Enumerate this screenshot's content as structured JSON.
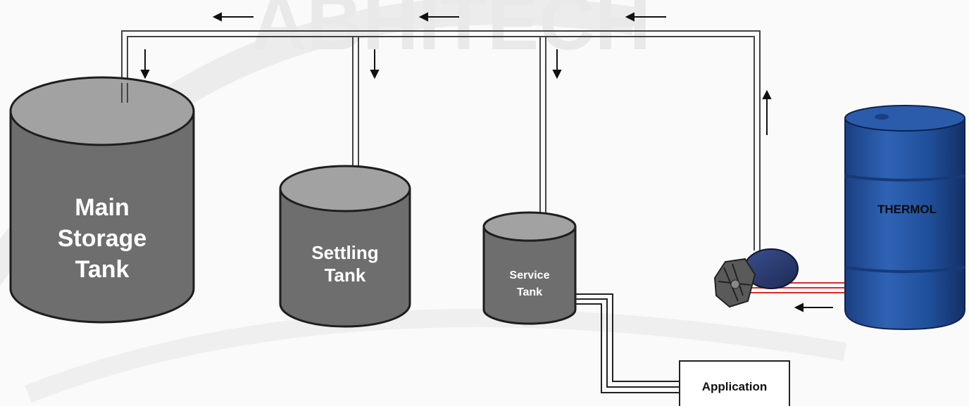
{
  "watermark": {
    "text": "ABHITECH"
  },
  "tanks": {
    "main": {
      "line1": "Main",
      "line2": "Storage",
      "line3": "Tank"
    },
    "settling": {
      "line1": "Settling",
      "line2": "Tank"
    },
    "service": {
      "line1": "Service",
      "line2": "Tank"
    }
  },
  "drum": {
    "label": "THERMOL"
  },
  "application": {
    "label": "Application"
  },
  "colors": {
    "tank_body": "#6e6e6e",
    "tank_top": "#a2a2a2",
    "drum_blue": "#1f4f9a",
    "hot_line": "#d92a2a"
  },
  "flow_arrows": [
    {
      "id": "header-arrow-1",
      "direction": "left"
    },
    {
      "id": "header-arrow-2",
      "direction": "left"
    },
    {
      "id": "header-arrow-3",
      "direction": "left"
    },
    {
      "id": "drop-arrow-main",
      "direction": "down"
    },
    {
      "id": "drop-arrow-settling",
      "direction": "down"
    },
    {
      "id": "drop-arrow-service",
      "direction": "down"
    },
    {
      "id": "riser-arrow",
      "direction": "up"
    },
    {
      "id": "drum-to-pump-arrow",
      "direction": "left"
    }
  ]
}
